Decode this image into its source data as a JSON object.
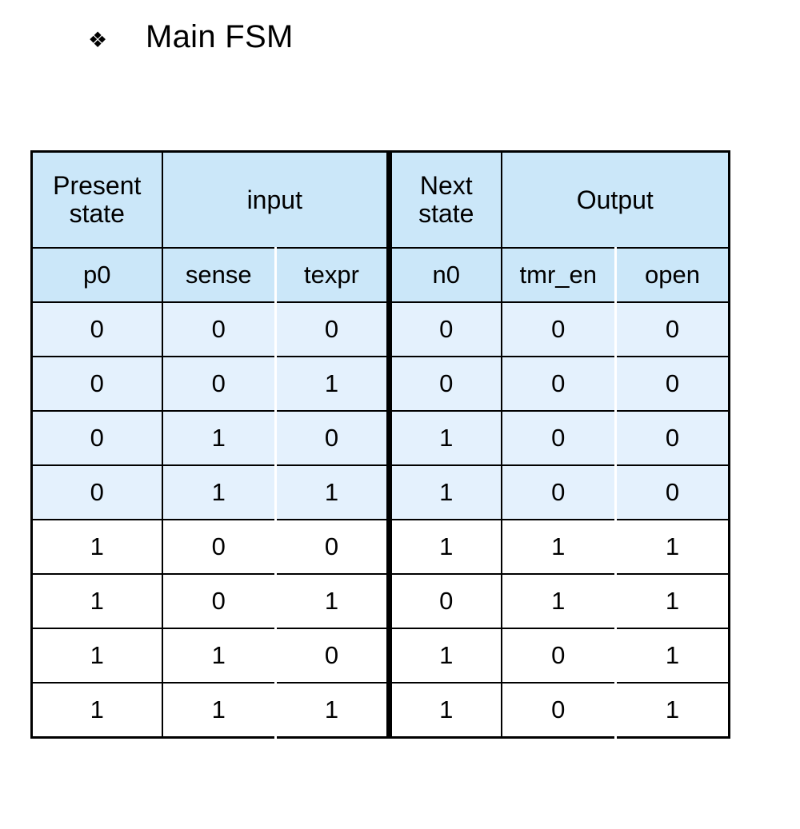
{
  "slide": {
    "bullet": "❖",
    "bullet_icon": "diamond-bullet-icon",
    "title": "Main FSM"
  },
  "colors": {
    "header_fill": "#cbe7f9",
    "row_tint_fill": "#e4f1fd",
    "row_plain_fill": "#ffffff",
    "border": "#000000",
    "inner_divider": "#ffffff",
    "text": "#000000",
    "page_background": "#ffffff"
  },
  "table": {
    "name": "main-fsm-state-transition-table",
    "group_headers": [
      {
        "label": "Present state",
        "span": 1
      },
      {
        "label": "input",
        "span": 2
      },
      {
        "label": "Next state",
        "span": 1
      },
      {
        "label": "Output",
        "span": 2
      }
    ],
    "columns": [
      {
        "key": "p0",
        "label": "p0",
        "group": "Present state"
      },
      {
        "key": "sense",
        "label": "sense",
        "group": "input"
      },
      {
        "key": "texpr",
        "label": "texpr",
        "group": "input"
      },
      {
        "key": "n0",
        "label": "n0",
        "group": "Next state"
      },
      {
        "key": "tmr_en",
        "label": "tmr_en",
        "group": "Output"
      },
      {
        "key": "open",
        "label": "open",
        "group": "Output"
      }
    ],
    "rows": [
      {
        "p0": "0",
        "sense": "0",
        "texpr": "0",
        "n0": "0",
        "tmr_en": "0",
        "open": "0",
        "tinted": true
      },
      {
        "p0": "0",
        "sense": "0",
        "texpr": "1",
        "n0": "0",
        "tmr_en": "0",
        "open": "0",
        "tinted": true
      },
      {
        "p0": "0",
        "sense": "1",
        "texpr": "0",
        "n0": "1",
        "tmr_en": "0",
        "open": "0",
        "tinted": true
      },
      {
        "p0": "0",
        "sense": "1",
        "texpr": "1",
        "n0": "1",
        "tmr_en": "0",
        "open": "0",
        "tinted": true
      },
      {
        "p0": "1",
        "sense": "0",
        "texpr": "0",
        "n0": "1",
        "tmr_en": "1",
        "open": "1",
        "tinted": false
      },
      {
        "p0": "1",
        "sense": "0",
        "texpr": "1",
        "n0": "0",
        "tmr_en": "1",
        "open": "1",
        "tinted": false
      },
      {
        "p0": "1",
        "sense": "1",
        "texpr": "0",
        "n0": "1",
        "tmr_en": "0",
        "open": "1",
        "tinted": false
      },
      {
        "p0": "1",
        "sense": "1",
        "texpr": "1",
        "n0": "1",
        "tmr_en": "0",
        "open": "1",
        "tinted": false
      }
    ]
  }
}
